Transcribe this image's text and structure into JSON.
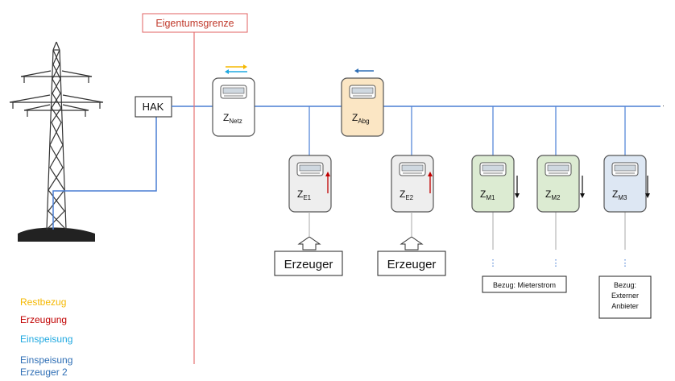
{
  "boundary": {
    "label": "Eigentumsgrenze"
  },
  "hak": {
    "label": "HAK"
  },
  "meters": {
    "netz": {
      "main": "Z",
      "sub": "Netz"
    },
    "abg": {
      "main": "Z",
      "sub": "Abg"
    },
    "e1": {
      "main": "Z",
      "sub": "E1"
    },
    "e2": {
      "main": "Z",
      "sub": "E2"
    },
    "m1": {
      "main": "Z",
      "sub": "M1"
    },
    "m2": {
      "main": "Z",
      "sub": "M2"
    },
    "m3": {
      "main": "Z",
      "sub": "M3"
    }
  },
  "producers": {
    "e1": "Erzeuger",
    "e2": "Erzeuger"
  },
  "consumers": {
    "mieterstrom": "Bezug: Mieterstrom",
    "extern_line1": "Bezug:",
    "extern_line2": "Externer",
    "extern_line3": "Anbieter"
  },
  "legend": {
    "restbezug": "Restbezug",
    "erzeugung": "Erzeugung",
    "einspeisung": "Einspeisung",
    "einspeisung2_line1": "Einspeisung",
    "einspeisung2_line2": "Erzeuger 2"
  },
  "colors": {
    "restbezug": "#f5b800",
    "erzeugung": "#c00000",
    "einspeisung": "#1fa8e0",
    "einspeisung2": "#2e6eb5",
    "bus_line": "#4a7fd4",
    "boundary": "#e06060",
    "meter_netz_fill": "#ffffff",
    "meter_abg_fill": "#fbe6c4",
    "meter_e_fill": "#eeeeee",
    "meter_m_fill": "#dcebd2",
    "meter_m3_fill": "#dde7f3"
  }
}
